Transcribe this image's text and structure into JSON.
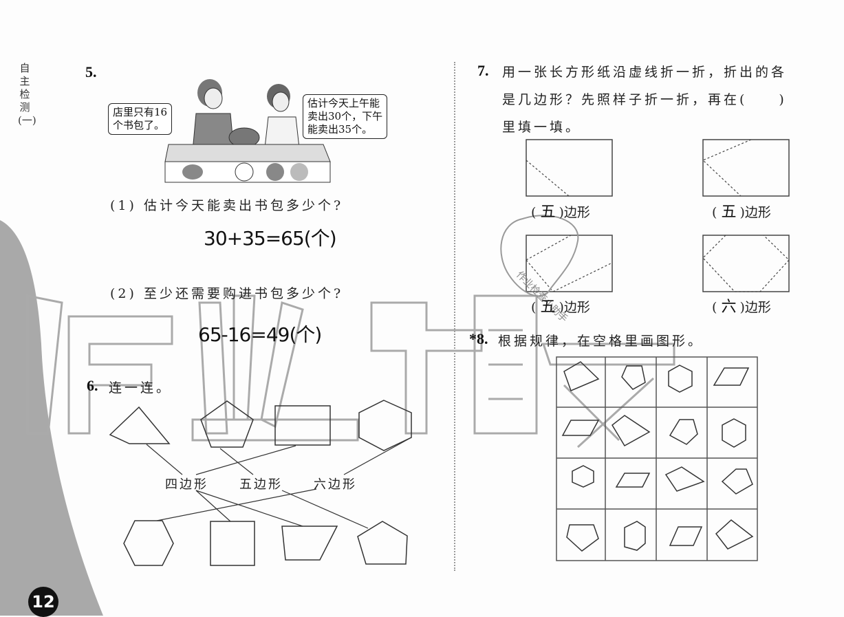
{
  "page": {
    "side_label": "自主检测(一)",
    "page_number": "12",
    "watermark": "作业精灵",
    "stamp_text": [
      "作业",
      "作业检查小助手",
      "精灵"
    ]
  },
  "q5": {
    "number": "5.",
    "bubble_left": "店里只有16个书包了。",
    "bubble_left_lines": [
      "店里只有16",
      "个书包了。"
    ],
    "bubble_right_lines": [
      "估计今天上午能",
      "卖出30个，下午",
      "能卖出35个。"
    ],
    "sub1": {
      "question": "(1) 估计今天能卖出书包多少个?",
      "answer": "30+35=65(个)"
    },
    "sub2": {
      "question": "(2) 至少还需要购进书包多少个?",
      "answer": "65-16=49(个)"
    }
  },
  "q6": {
    "number": "6.",
    "title": "连一连。",
    "top_shapes": [
      "quadrilateral-arrow",
      "pentagon",
      "rectangle",
      "hexagon"
    ],
    "labels": [
      "四边形",
      "五边形",
      "六边形"
    ],
    "bottom_shapes": [
      "hexagon",
      "square",
      "trapezoid",
      "pentagon"
    ]
  },
  "q7": {
    "number": "7.",
    "text_lines": [
      "用一张长方形纸沿虚线折一折，折出的各",
      "是几边形？先照样子折一折，再在(　　)",
      "里填一填。"
    ],
    "items": [
      {
        "answer": "五",
        "suffix": "边形"
      },
      {
        "answer": "五",
        "suffix": "边形"
      },
      {
        "answer": "五",
        "suffix": "边形"
      },
      {
        "answer": "六",
        "suffix": "边形"
      }
    ]
  },
  "q8": {
    "number": "*8.",
    "title": "根据规律，在空格里画图形。",
    "grid": [
      [
        "quadrilateral",
        "pentagon",
        "hexagon",
        "parallelogram"
      ],
      [
        "parallelogram",
        "quadrilateral",
        "pentagon",
        "hexagon"
      ],
      [
        "hexagon",
        "parallelogram",
        "quadrilateral",
        "pentagon"
      ],
      [
        "pentagon",
        "hexagon",
        "parallelogram",
        "quadrilateral"
      ]
    ]
  }
}
